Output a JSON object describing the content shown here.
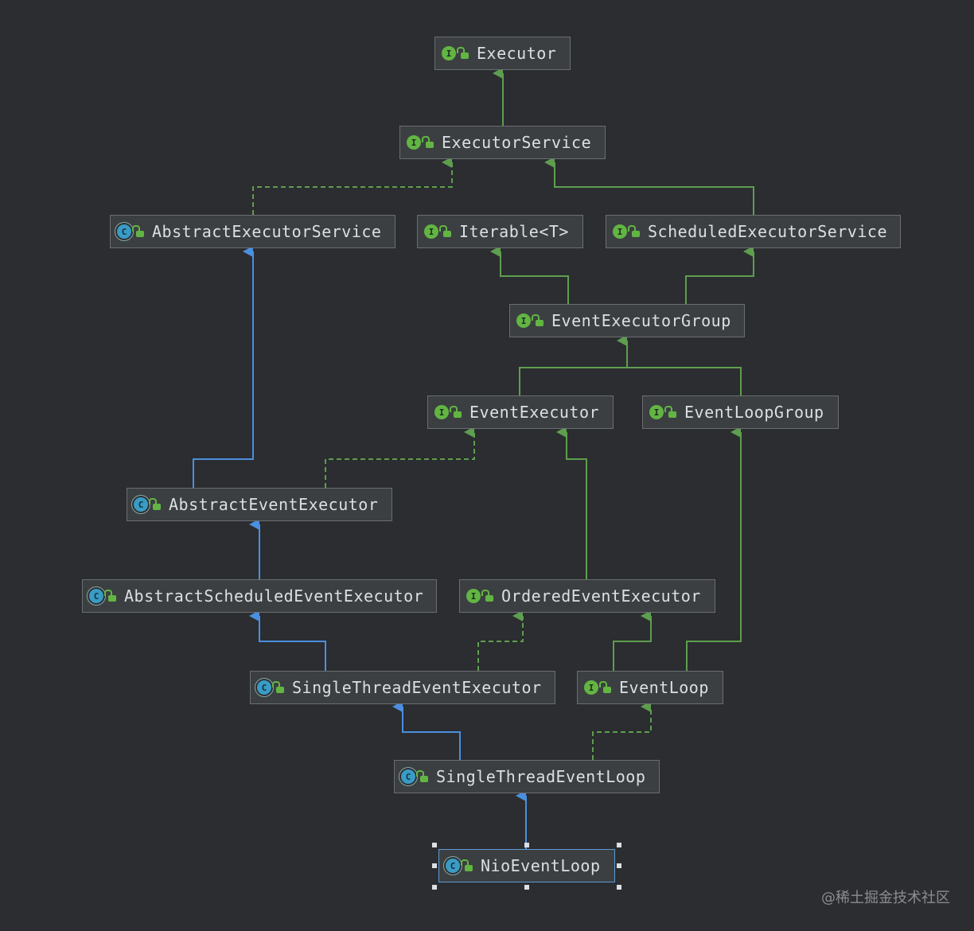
{
  "nodes": {
    "executor": {
      "label": "Executor",
      "kind": "I"
    },
    "executor_service": {
      "label": "ExecutorService",
      "kind": "I"
    },
    "abstract_executor_service": {
      "label": "AbstractExecutorService",
      "kind": "C"
    },
    "iterable": {
      "label": "Iterable<T>",
      "kind": "I"
    },
    "scheduled_executor_service": {
      "label": "ScheduledExecutorService",
      "kind": "I"
    },
    "event_executor_group": {
      "label": "EventExecutorGroup",
      "kind": "I"
    },
    "event_executor": {
      "label": "EventExecutor",
      "kind": "I"
    },
    "event_loop_group": {
      "label": "EventLoopGroup",
      "kind": "I"
    },
    "abstract_event_executor": {
      "label": "AbstractEventExecutor",
      "kind": "C"
    },
    "abstract_scheduled_event_executor": {
      "label": "AbstractScheduledEventExecutor",
      "kind": "C"
    },
    "ordered_event_executor": {
      "label": "OrderedEventExecutor",
      "kind": "I"
    },
    "single_thread_event_executor": {
      "label": "SingleThreadEventExecutor",
      "kind": "C"
    },
    "event_loop": {
      "label": "EventLoop",
      "kind": "I"
    },
    "single_thread_event_loop": {
      "label": "SingleThreadEventLoop",
      "kind": "C"
    },
    "nio_event_loop": {
      "label": "NioEventLoop",
      "kind": "C"
    }
  },
  "colors": {
    "background": "#2b2d30",
    "interface_inheritance": "#5e9e4f",
    "class_inheritance": "#4b8fe0",
    "interface_icon": "#62b543",
    "class_icon": "#3a9bc4"
  },
  "watermark": "@稀土掘金技术社区"
}
